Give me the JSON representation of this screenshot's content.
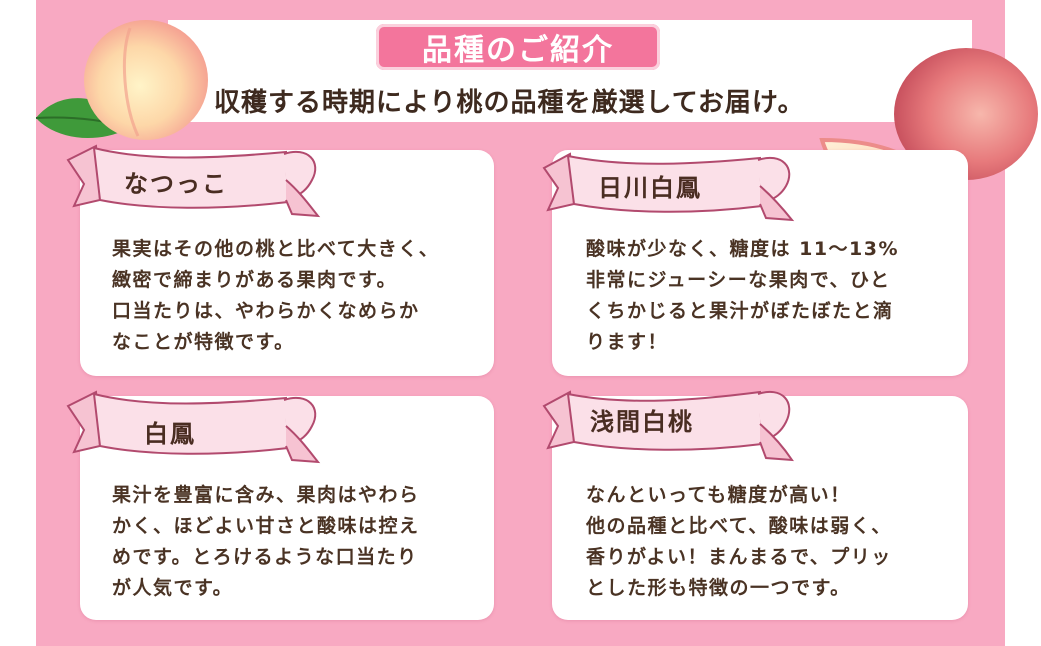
{
  "header": {
    "title": "品種のご紹介",
    "subtitle": "収穫する時期により桃の品種を厳選してお届け。"
  },
  "varieties": [
    {
      "name": "なつっこ",
      "description": "果実はその他の桃と比べて大きく、\n緻密で締まりがある果肉です。\n口当たりは、やわらかくなめらか\nなことが特徴です。"
    },
    {
      "name": "日川白鳳",
      "description": "酸味が少なく、糖度は 11〜13%\n非常にジューシーな果肉で、ひと\nくちかじると果汁がぼたぼたと滴\nります！"
    },
    {
      "name": "白鳳",
      "description": "果汁を豊富に含み、果肉はやわら\nかく、ほどよい甘さと酸味は控え\nめです。とろけるような口当たり\nが人気です。"
    },
    {
      "name": "浅間白桃",
      "description": "なんといっても糖度が高い！\n他の品種と比べて、酸味は弱く、\n香りがよい！まんまるで、プリッ\nとした形も特徴の一つです。"
    }
  ],
  "colors": {
    "background_pink": "#f8a9c2",
    "title_pill": "#f3759c",
    "ribbon_fill": "#fbe0e8",
    "ribbon_stroke": "#b24a6e",
    "text_brown": "#4a3324"
  }
}
